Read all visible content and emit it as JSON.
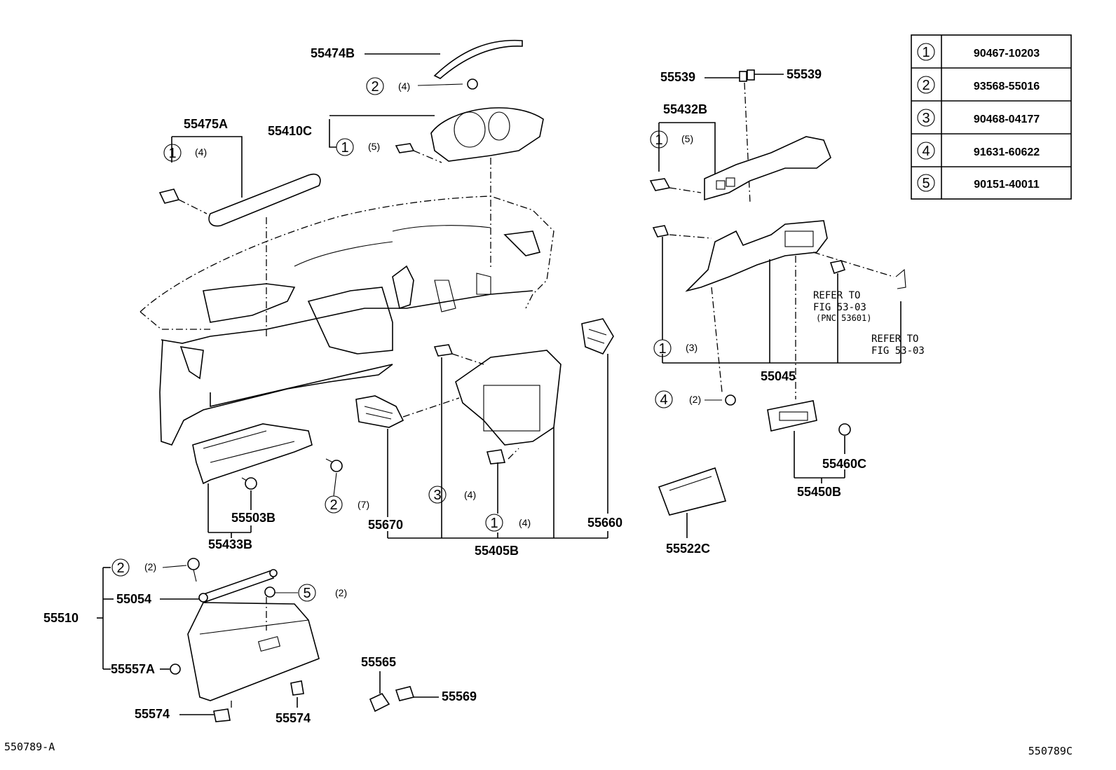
{
  "legend_table": [
    {
      "ref": "1",
      "part_number": "90467-10203"
    },
    {
      "ref": "2",
      "part_number": "93568-55016"
    },
    {
      "ref": "3",
      "part_number": "90468-04177"
    },
    {
      "ref": "4",
      "part_number": "91631-60622"
    },
    {
      "ref": "5",
      "part_number": "90151-40011"
    }
  ],
  "labels": {
    "p55474B": "55474B",
    "p55475A": "55475A",
    "p55410C": "55410C",
    "p55539a": "55539",
    "p55539b": "55539",
    "p55432B": "55432B",
    "p55045": "55045",
    "p55460C": "55460C",
    "p55450B": "55450B",
    "p55522C": "55522C",
    "p55670": "55670",
    "p55660": "55660",
    "p55405B": "55405B",
    "p55503B": "55503B",
    "p55433B": "55433B",
    "p55510": "55510",
    "p55054": "55054",
    "p55557A": "55557A",
    "p55574a": "55574",
    "p55574b": "55574",
    "p55565": "55565",
    "p55569": "55569"
  },
  "callouts": {
    "c_474": {
      "ref": "2",
      "qty": "(4)"
    },
    "c_475": {
      "ref": "1",
      "qty": "(4)"
    },
    "c_410": {
      "ref": "1",
      "qty": "(5)"
    },
    "c_432": {
      "ref": "1",
      "qty": "(5)"
    },
    "c_045": {
      "ref": "1",
      "qty": "(3)"
    },
    "c_bolt4": {
      "ref": "4",
      "qty": "(2)"
    },
    "c_433": {
      "ref": "2",
      "qty": "(7)"
    },
    "c_405a": {
      "ref": "3",
      "qty": "(4)"
    },
    "c_405b": {
      "ref": "1",
      "qty": "(4)"
    },
    "c_510": {
      "ref": "2",
      "qty": "(2)"
    },
    "c_screw5": {
      "ref": "5",
      "qty": "(2)"
    }
  },
  "refer1": [
    "REFER TO",
    "FIG 53-03",
    "(PNC 53601)"
  ],
  "refer2": [
    "REFER TO",
    "FIG 53-03"
  ],
  "footer": {
    "left": "550789-A",
    "right": "550789C"
  }
}
